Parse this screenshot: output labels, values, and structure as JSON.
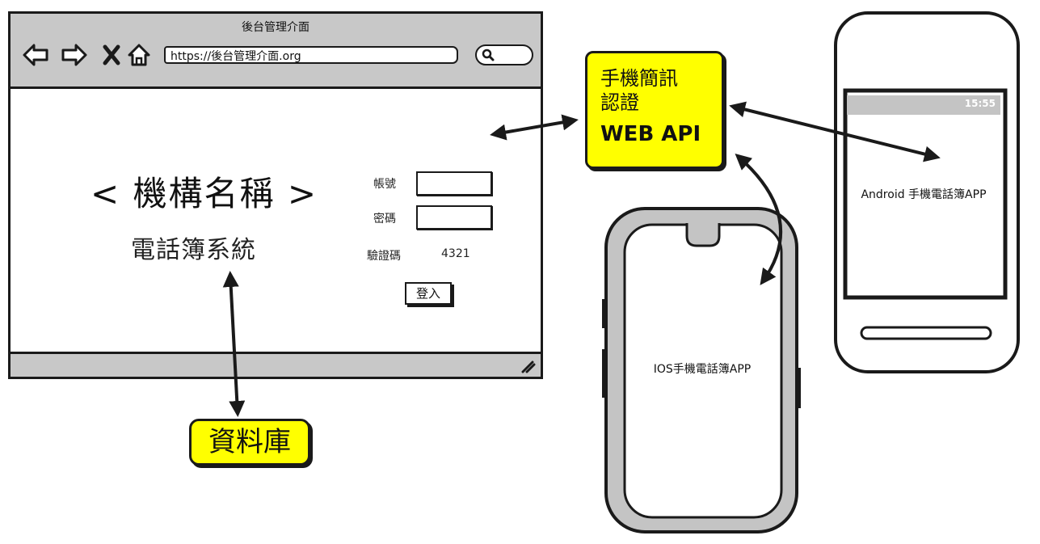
{
  "browser": {
    "window_title": "後台管理介面",
    "url": "https://後台管理介面.org",
    "nav_icons": [
      "back-arrow-icon",
      "forward-arrow-icon",
      "close-x-icon",
      "home-icon"
    ],
    "search_icon": "search-icon",
    "resize_icon": "resize-grip-icon"
  },
  "login_page": {
    "org_name": "< 機構名稱 >",
    "system_name": "電話簿系統",
    "account_label": "帳號",
    "password_label": "密碼",
    "captcha_label": "驗證碼",
    "captcha_value": "4321",
    "login_button": "登入"
  },
  "sms_api_note": {
    "line1": "手機簡訊",
    "line2": "認證",
    "line3": "WEB API"
  },
  "database_note": {
    "label": "資料庫"
  },
  "ios_phone": {
    "label": "IOS手機電話簿APP"
  },
  "android_phone": {
    "time": "15:55",
    "label": "Android 手機電話簿APP"
  },
  "colors": {
    "note_fill": "#ffff00",
    "chrome_gray": "#c8c8c8",
    "outline": "#1a1a1a"
  }
}
